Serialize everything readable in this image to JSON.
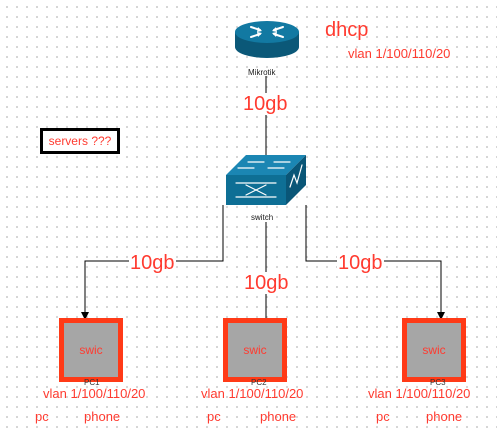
{
  "router": {
    "label": "Mikrotik",
    "icon": "router-icon"
  },
  "dhcp": {
    "title": "dhcp",
    "vlan": "vlan 1/100/110/20"
  },
  "servers": {
    "label": "servers ???"
  },
  "switch": {
    "label": "switch",
    "icon": "switch-icon"
  },
  "links": {
    "router_switch": "10gb",
    "left": "10gb",
    "center": "10gb",
    "right": "10gb"
  },
  "access": [
    {
      "label": "swic",
      "vlan": "vlan 1/100/110/20",
      "pc": "pc",
      "phone": "phone",
      "stub": "PC1"
    },
    {
      "label": "swic",
      "vlan": "vlan 1/100/110/20",
      "pc": "pc",
      "phone": "phone",
      "stub": "PC2"
    },
    {
      "label": "swic",
      "vlan": "vlan 1/100/110/20",
      "pc": "pc",
      "phone": "phone",
      "stub": "PC3"
    }
  ],
  "colors": {
    "accent_red": "#ff3b30",
    "swic_border": "#ff3a17",
    "swic_fill": "#a6a6a6",
    "device_blue": "#0e6f95"
  }
}
